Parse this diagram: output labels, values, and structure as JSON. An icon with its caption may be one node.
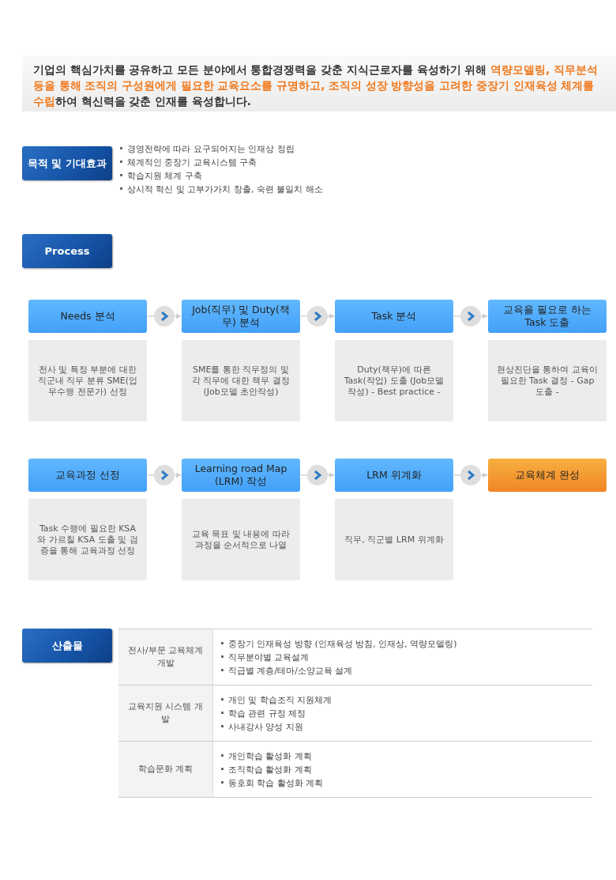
{
  "diagram": {
    "nodes": [
      {
        "text": [
          "목적 및 기대효과"
        ]
      },
      {
        "text": [
          "Process"
        ]
      },
      {
        "text": [
          "Needs 분석"
        ]
      },
      {
        "text": [
          "전사 및 특정 부분에 대한 직군내 직무 분류 SME(업무수행 전문가) 선정"
        ]
      },
      {
        "text": [
          "Job(직무) 및 Duty(책무) 분석"
        ]
      },
      {
        "text": [
          "SME를 통한 직무정의 및 각 직무에 대한 책무 결정 (Job모델 초안작성)"
        ]
      },
      {
        "text": [
          "Task 분석"
        ]
      },
      {
        "text": [
          "Duty(책무)에 따른 Task(작업) 도출 (Job모델 작성) - Best practice -"
        ]
      },
      {
        "text": [
          "교육을 필요로 하는 Task 도출"
        ]
      },
      {
        "text": [
          "현상진단을 통하여 교육이 필요한 Task 결정 - Gap 도출 -"
        ]
      },
      {
        "text": [
          "교육과정 선정"
        ]
      },
      {
        "text": [
          "Task 수행에 필요한 KSA와 가르칠 KSA 도출 및 검증을 통해 교육과정 선정"
        ]
      },
      {
        "text": [
          "Learning road Map (LRM) 작성"
        ]
      },
      {
        "text": [
          "교육 목표 및 내용에 따라 과정을 순서적으로 나열"
        ]
      },
      {
        "text": [
          "LRM 위계화"
        ]
      },
      {
        "text": [
          "직무, 직군별 LRM 위계화"
        ]
      },
      {
        "text": [
          "교육체계 완성"
        ]
      },
      {
        "text": [
          "산출물"
        ]
      }
    ],
    "edges": [
      {
        "from": 2,
        "to": 4,
        "arrow": "to"
      },
      {
        "from": 4,
        "to": 6,
        "arrow": "to"
      },
      {
        "from": 6,
        "to": 8,
        "arrow": "to"
      },
      {
        "from": 10,
        "to": 12,
        "arrow": "to"
      },
      {
        "from": 12,
        "to": 14,
        "arrow": "to"
      },
      {
        "from": 14,
        "to": 16,
        "arrow": "to"
      }
    ],
    "labels": [
      "기업의 핵심가치를 공유하고 모든 분야에서 통합경쟁력을 갖춘 지식근로자를 육성하기 위해",
      "역량모델링, 직무분석 등을 통해 조직의 구성원에게 필요한 교육요소를 규명하고, 조직의 성장 방향성을 고려한 중장기 인재육성 체계를 수립",
      "하여 혁신력을 갖춘 인재를 육성합니다.",
      "경영전략에 따라 요구되어지는 인재상 정립",
      "체계적인 중장기 교육시스템 구축",
      "학습지원 체계 구축",
      "상시적 혁신 및 고부가가치 창출, 숙련 불일치 해소",
      "전사/부문 교육체계 개발",
      "중장기 인재육성 방향 (인재육성 방침, 인재상, 역량모델링)",
      "직무분야별 교육설계",
      "직급별 계층/테마/소양교육 설계",
      "교육지원 시스템 개발",
      "개인 및 학습조직 지원체계",
      "학습 관련 규정 제정",
      "사내강사 양성 지원",
      "학습문화 계획",
      "개인학습 활성화 계획",
      "조직학습 활성화 계획",
      "동호회 학습 활성화 계획"
    ]
  }
}
